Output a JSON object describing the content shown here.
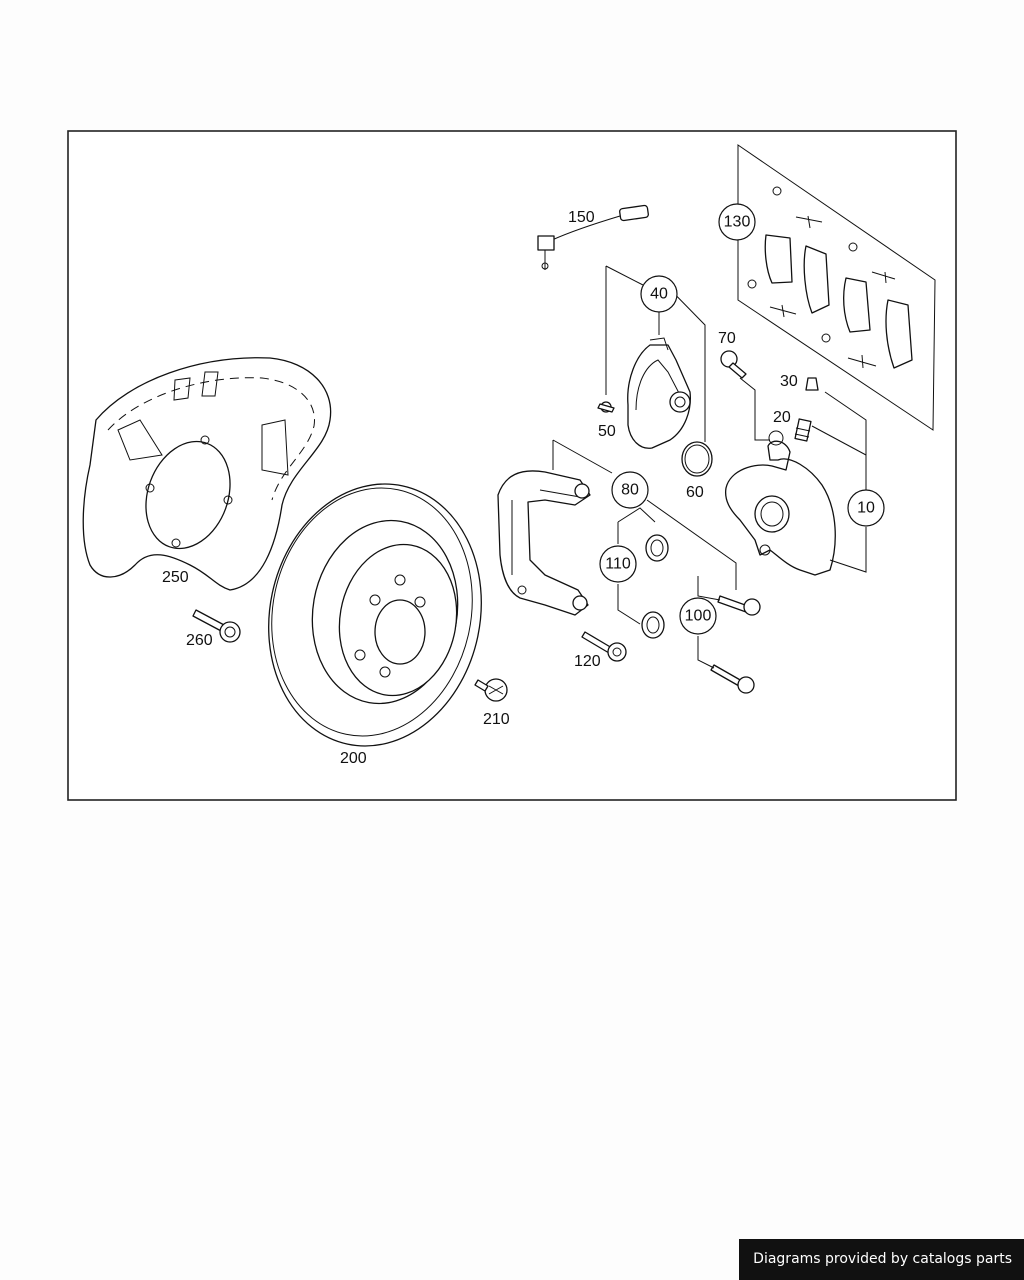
{
  "diagram": {
    "callouts": {
      "c10": "10",
      "c20": "20",
      "c30": "30",
      "c40": "40",
      "c50": "50",
      "c60": "60",
      "c70": "70",
      "c80": "80",
      "c100": "100",
      "c110": "110",
      "c120": "120",
      "c130": "130",
      "c150": "150",
      "c200": "200",
      "c210": "210",
      "c250": "250",
      "c260": "260"
    }
  },
  "footer": {
    "text": "Diagrams provided by catalogs parts"
  }
}
